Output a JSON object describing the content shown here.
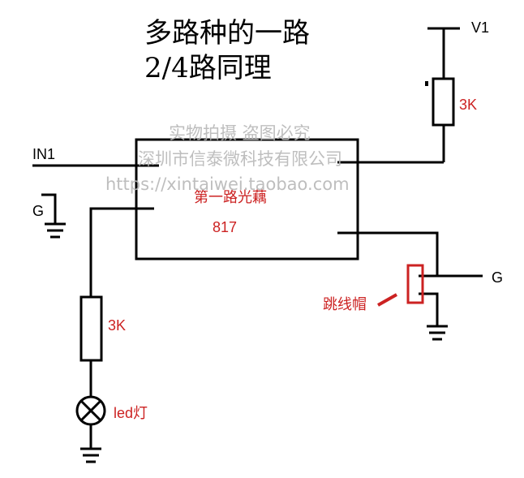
{
  "title": {
    "line1": "多路种的一路",
    "line2": "2/4路同理"
  },
  "labels": {
    "v1": "V1",
    "r_top": "3K",
    "in1": "IN1",
    "g_left": "G",
    "optocoupler_name": "第一路光藕",
    "optocoupler_part": "817",
    "g_right": "G",
    "jumper": "跳线帽",
    "r_bottom": "3K",
    "led": "led灯"
  },
  "watermark": {
    "line1": "实物拍摄  盗图必究",
    "line2": "深圳市信泰微科技有限公司",
    "line3": "https://xintaiwei.taobao.com"
  },
  "colors": {
    "wire": "#000000",
    "label_red": "#cc2222",
    "watermark": "#b8b8b8"
  }
}
